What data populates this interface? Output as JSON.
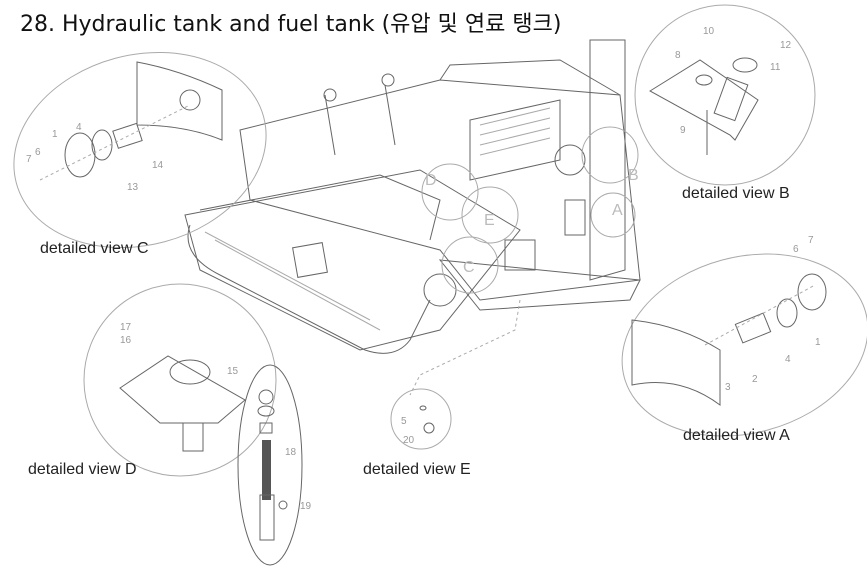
{
  "title": "28. Hydraulic tank and fuel tank (유압 및 연료 탱크)",
  "views": {
    "A": {
      "label": "detailed view A",
      "parts": [
        "1",
        "2",
        "3",
        "4",
        "6",
        "7"
      ]
    },
    "B": {
      "label": "detailed view B",
      "parts": [
        "8",
        "9",
        "10",
        "11",
        "12"
      ]
    },
    "C": {
      "label": "detailed view C",
      "parts": [
        "1",
        "4",
        "6",
        "7",
        "13",
        "14"
      ]
    },
    "D": {
      "label": "detailed view D",
      "parts": [
        "15",
        "16",
        "17"
      ]
    },
    "E": {
      "label": "detailed view E",
      "parts": [
        "5",
        "20"
      ]
    },
    "filter": {
      "parts": [
        "18",
        "19"
      ]
    }
  },
  "machine_markers": [
    "A",
    "B",
    "C",
    "D",
    "E"
  ]
}
